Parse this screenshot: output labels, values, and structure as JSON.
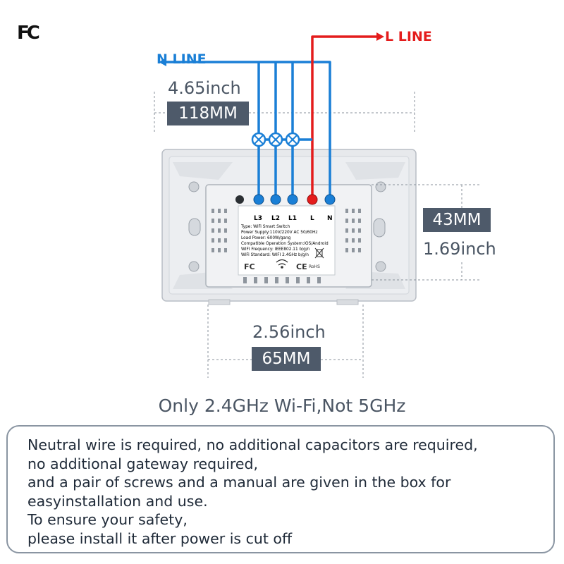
{
  "labels": {
    "n_line": "N LINE",
    "l_line": "L LINE",
    "fcc_mark": "FC"
  },
  "dimensions": {
    "width_inch": "4.65inch",
    "width_mm": "118MM",
    "height_mm": "43MM",
    "height_inch": "1.69inch",
    "depth_inch": "2.56inch",
    "depth_mm": "65MM"
  },
  "terminals": [
    "L3",
    "L2",
    "L1",
    "L",
    "N"
  ],
  "module_specs": [
    "Type: WiFi Smart Switch",
    "Power Supply:110V/220V AC  50/60Hz",
    "Load Power: 600W/gang",
    "Compatible Operation System:IOS/Android",
    "WIFI Frequency: IEEE802.11 b/g/n",
    "WiFi Standard: WIFI 2.4GHz b/g/n"
  ],
  "module_marks": {
    "fc": "FC",
    "ce": "CE",
    "rohs": "RoHS"
  },
  "wifi_note": "Only 2.4GHz Wi-Fi,Not 5GHz",
  "info_lines": [
    "Neutral wire is required, no additional capacitors are required,",
    "no additional gateway required,",
    "and a pair of screws and a manual are given in the box for",
    "easyinstallation and use.",
    "To ensure your safety,",
    "please install it after power is cut off"
  ],
  "colors": {
    "neutral_wire": "#1a7fd6",
    "live_wire": "#e41c1c",
    "dimension_box": "#4e5a6a"
  }
}
